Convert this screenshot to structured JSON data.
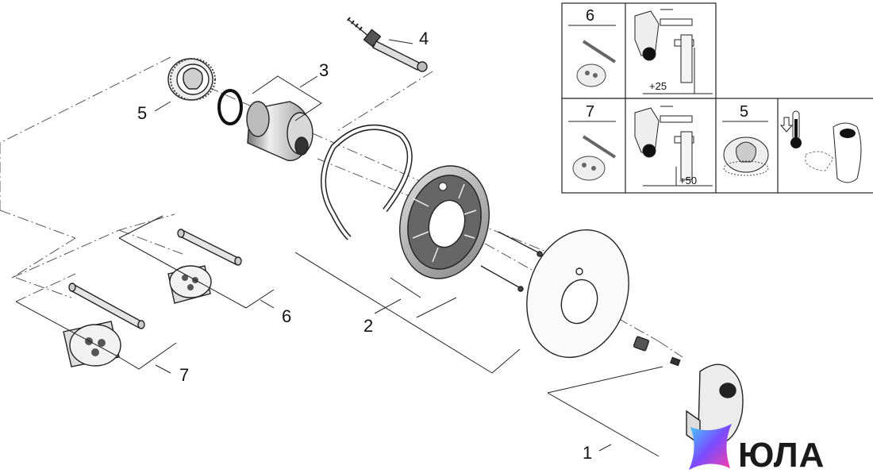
{
  "callouts": {
    "p1": "1",
    "p2": "2",
    "p3": "3",
    "p4": "4",
    "p5": "5",
    "p6": "6",
    "p7": "7"
  },
  "table": {
    "row1_num": "6",
    "row2_num": "7",
    "row2_num_b": "5",
    "dim_25": "+25",
    "dim_50": "+50"
  },
  "brand": {
    "name": "ЮЛА",
    "colors": [
      "#3fd0ff",
      "#7a4cff",
      "#ff3ea5"
    ]
  }
}
